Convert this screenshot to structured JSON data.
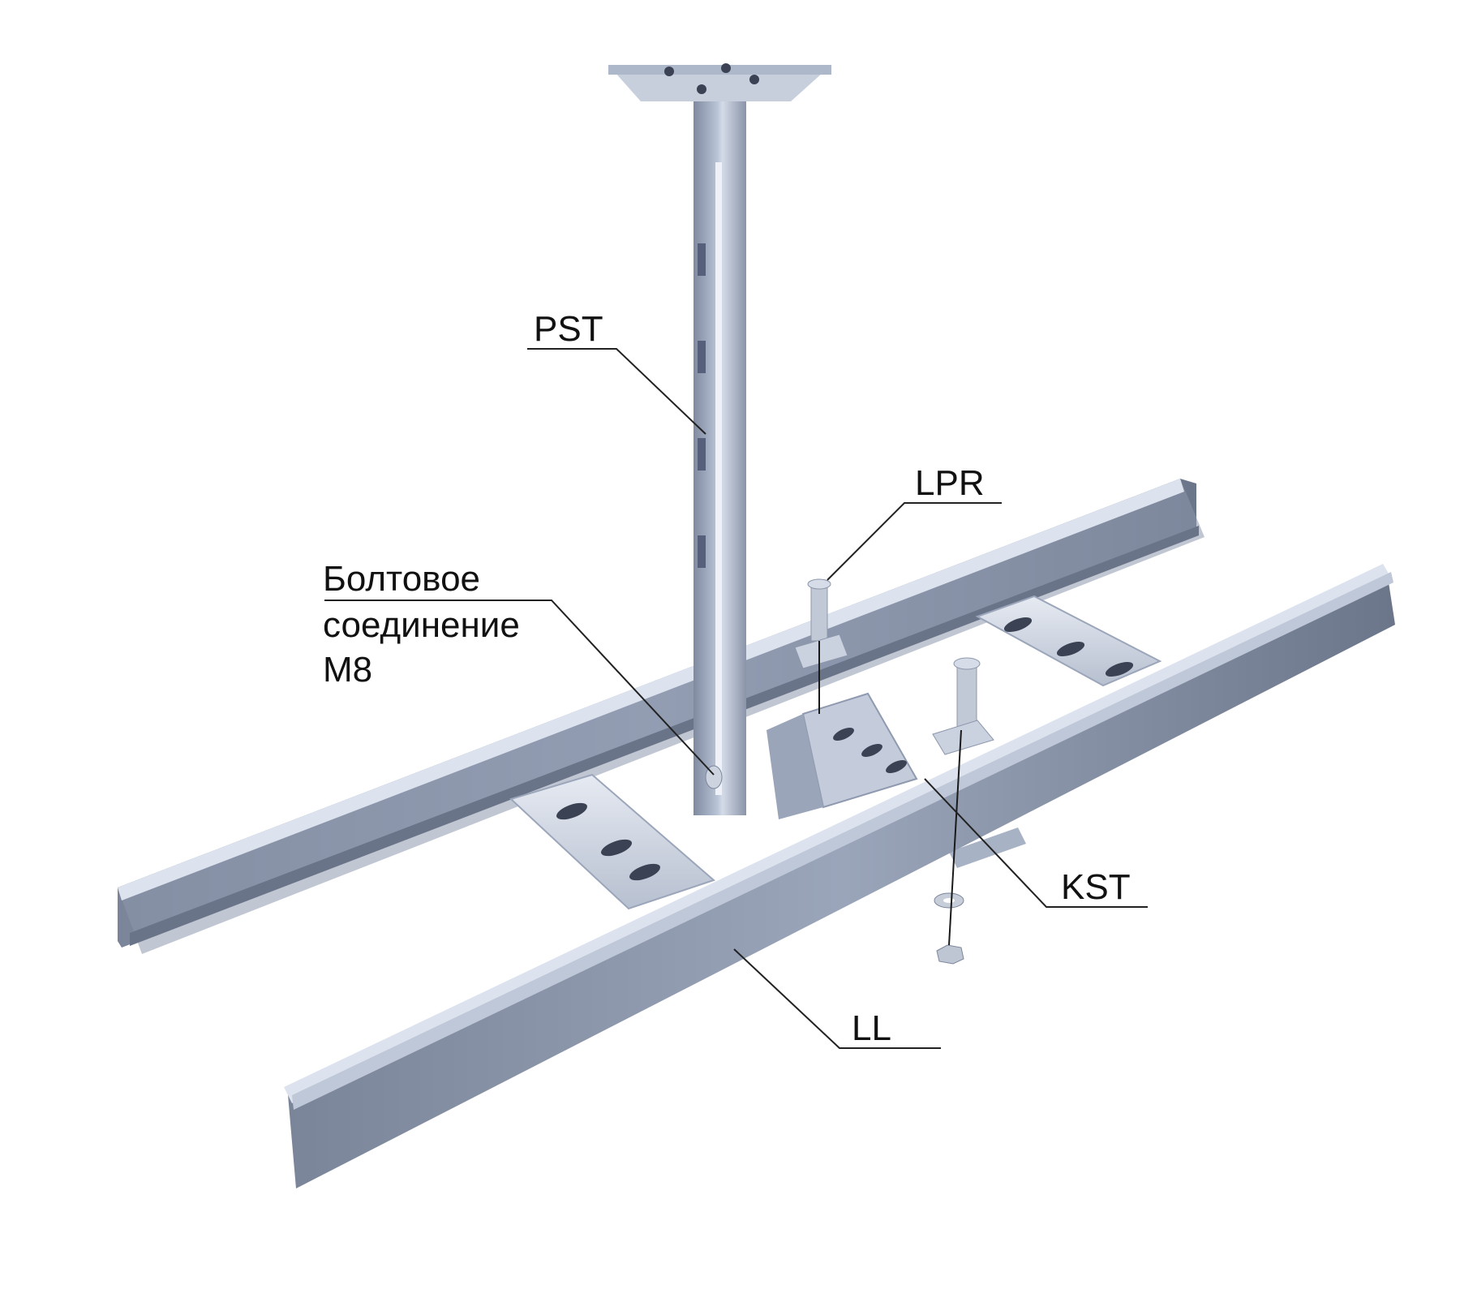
{
  "colors": {
    "background": "#ffffff",
    "steel_light": "#c9d2e2",
    "steel_mid": "#9fabc2",
    "steel_dark": "#6f7a8e",
    "text": "#111111"
  },
  "labels": {
    "pst": "PST",
    "lpr": "LPR",
    "bolt_line1": "Болтовое",
    "bolt_line2": "соединение",
    "bolt_line3": "М8",
    "kst": "KST",
    "ll": "LL"
  }
}
